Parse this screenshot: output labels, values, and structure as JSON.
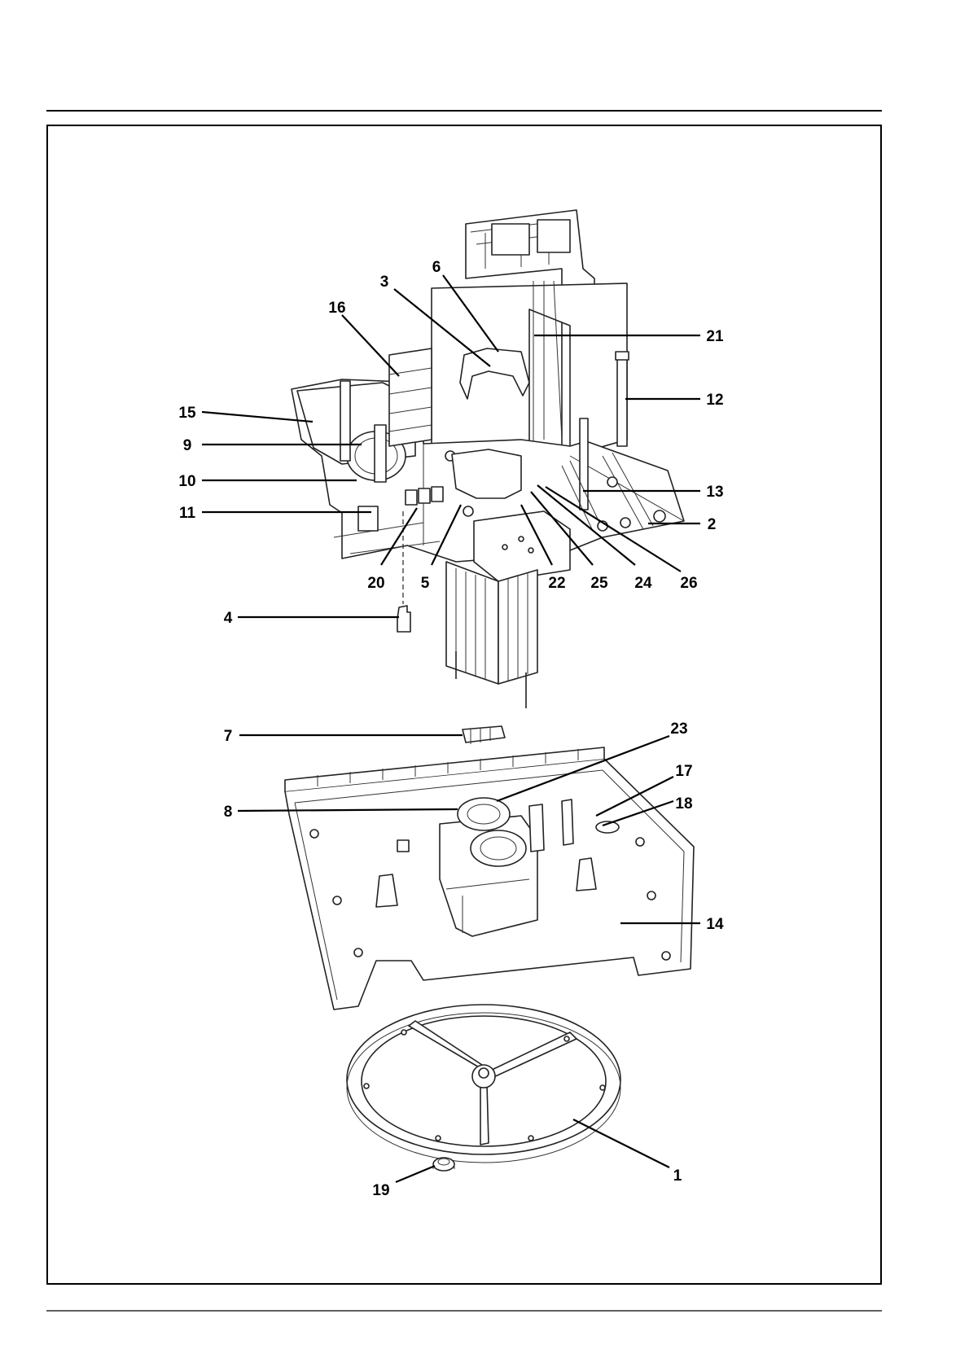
{
  "callouts": [
    {
      "id": "1",
      "label": "1"
    },
    {
      "id": "2",
      "label": "2"
    },
    {
      "id": "3",
      "label": "3"
    },
    {
      "id": "4",
      "label": "4"
    },
    {
      "id": "5",
      "label": "5"
    },
    {
      "id": "6",
      "label": "6"
    },
    {
      "id": "7",
      "label": "7"
    },
    {
      "id": "8",
      "label": "8"
    },
    {
      "id": "9",
      "label": "9"
    },
    {
      "id": "10",
      "label": "10"
    },
    {
      "id": "11",
      "label": "11"
    },
    {
      "id": "12",
      "label": "12"
    },
    {
      "id": "13",
      "label": "13"
    },
    {
      "id": "14",
      "label": "14"
    },
    {
      "id": "15",
      "label": "15"
    },
    {
      "id": "16",
      "label": "16"
    },
    {
      "id": "17",
      "label": "17"
    },
    {
      "id": "18",
      "label": "18"
    },
    {
      "id": "19",
      "label": "19"
    },
    {
      "id": "20",
      "label": "20"
    },
    {
      "id": "21",
      "label": "21"
    },
    {
      "id": "22",
      "label": "22"
    },
    {
      "id": "23",
      "label": "23"
    },
    {
      "id": "24",
      "label": "24"
    },
    {
      "id": "25",
      "label": "25"
    },
    {
      "id": "26",
      "label": "26"
    }
  ]
}
